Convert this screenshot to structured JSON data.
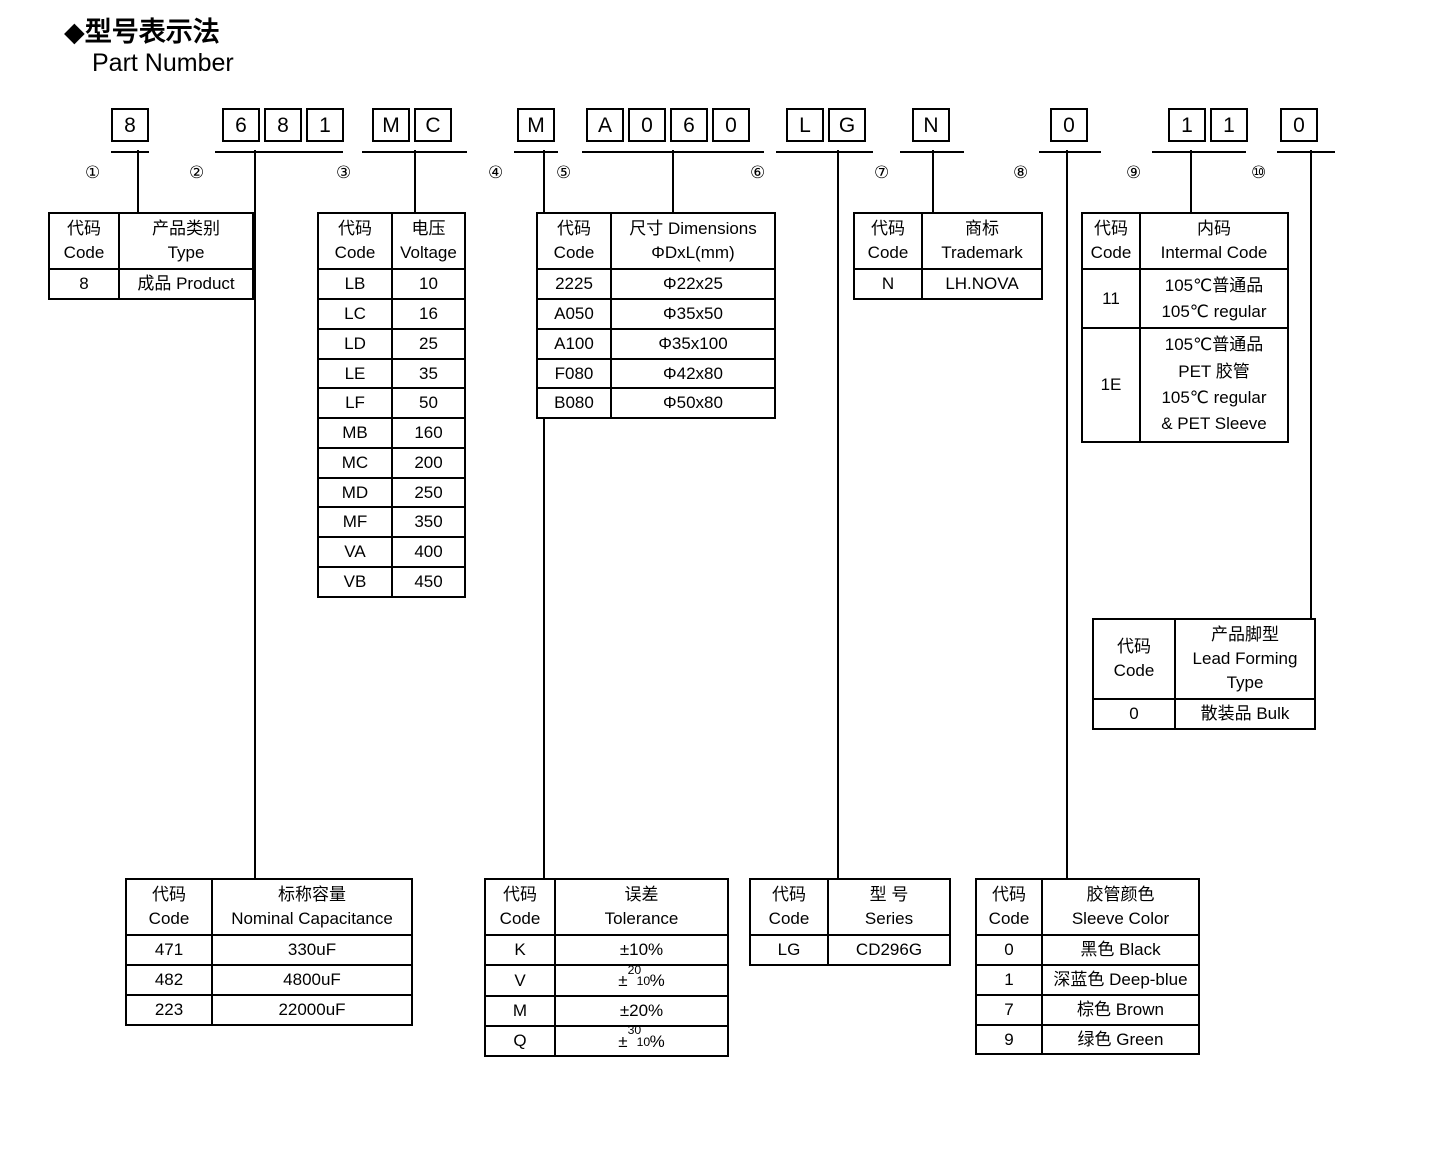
{
  "heading": {
    "cn": "◆型号表示法",
    "en": "Part Number"
  },
  "part_number": {
    "groups": [
      {
        "index": "①",
        "chars": [
          "8"
        ]
      },
      {
        "index": "②",
        "chars": [
          "6",
          "8",
          "1"
        ]
      },
      {
        "index": "③",
        "chars": [
          "M",
          "C"
        ]
      },
      {
        "index": "④",
        "chars": [
          "M"
        ]
      },
      {
        "index": "⑤",
        "chars": [
          "A",
          "0",
          "6",
          "0"
        ]
      },
      {
        "index": "⑥",
        "chars": [
          "L",
          "G"
        ]
      },
      {
        "index": "⑦",
        "chars": [
          "N"
        ]
      },
      {
        "index": "⑧",
        "chars": [
          "0"
        ]
      },
      {
        "index": "⑨",
        "chars": [
          "1",
          "1"
        ]
      },
      {
        "index": "⑩",
        "chars": [
          "0"
        ]
      }
    ]
  },
  "tables": {
    "type": {
      "header": {
        "code_cn": "代码",
        "code_en": "Code",
        "value_cn": "产品类别",
        "value_en": "Type"
      },
      "rows": [
        {
          "code": "8",
          "value": "成品 Product"
        }
      ]
    },
    "voltage": {
      "header": {
        "code_cn": "代码",
        "code_en": "Code",
        "value_cn": "电压",
        "value_en": "Voltage"
      },
      "rows": [
        {
          "code": "LB",
          "value": "10"
        },
        {
          "code": "LC",
          "value": "16"
        },
        {
          "code": "LD",
          "value": "25"
        },
        {
          "code": "LE",
          "value": "35"
        },
        {
          "code": "LF",
          "value": "50"
        },
        {
          "code": "MB",
          "value": "160"
        },
        {
          "code": "MC",
          "value": "200"
        },
        {
          "code": "MD",
          "value": "250"
        },
        {
          "code": "MF",
          "value": "350"
        },
        {
          "code": "VA",
          "value": "400"
        },
        {
          "code": "VB",
          "value": "450"
        }
      ]
    },
    "dimensions": {
      "header": {
        "code_cn": "代码",
        "code_en": "Code",
        "value_cn": "尺寸 Dimensions",
        "value_en": "ΦDxL(mm)"
      },
      "rows": [
        {
          "code": "2225",
          "value": "Φ22x25"
        },
        {
          "code": "A050",
          "value": "Φ35x50"
        },
        {
          "code": "A100",
          "value": "Φ35x100"
        },
        {
          "code": "F080",
          "value": "Φ42x80"
        },
        {
          "code": "B080",
          "value": "Φ50x80"
        }
      ]
    },
    "trademark": {
      "header": {
        "code_cn": "代码",
        "code_en": "Code",
        "value_cn": "商标",
        "value_en": "Trademark"
      },
      "rows": [
        {
          "code": "N",
          "value": "LH.NOVA"
        }
      ]
    },
    "internal_code": {
      "header": {
        "code_cn": "代码",
        "code_en": "Code",
        "value_cn": "内码",
        "value_en": "Intermal Code"
      },
      "rows": [
        {
          "code": "11",
          "lines": [
            "105℃普通品",
            "105℃  regular"
          ]
        },
        {
          "code": "1E",
          "lines": [
            "105℃普通品",
            "PET 胶管",
            "105℃  regular",
            "& PET Sleeve"
          ]
        }
      ]
    },
    "lead_forming": {
      "header": {
        "code_cn": "代码",
        "code_en": "Code",
        "value_cn": "产品脚型",
        "value_en": "Lead Forming",
        "value_en2": "Type"
      },
      "rows": [
        {
          "code": "0",
          "value": "散装品 Bulk"
        }
      ]
    },
    "capacitance": {
      "header": {
        "code_cn": "代码",
        "code_en": "Code",
        "value_cn": "标称容量",
        "value_en": "Nominal Capacitance"
      },
      "rows": [
        {
          "code": "471",
          "value": "330uF"
        },
        {
          "code": "482",
          "value": "4800uF"
        },
        {
          "code": "223",
          "value": "22000uF"
        }
      ]
    },
    "tolerance": {
      "header": {
        "code_cn": "代码",
        "code_en": "Code",
        "value_cn": "误差",
        "value_en": "Tolerance"
      },
      "rows": [
        {
          "code": "K",
          "value": "±10%"
        },
        {
          "code": "V",
          "value": "±",
          "sup": "20",
          "sub": "10",
          "suffix": "%"
        },
        {
          "code": "M",
          "value": "±20%"
        },
        {
          "code": "Q",
          "value": "±",
          "sup": "30",
          "sub": "10",
          "suffix": "%"
        }
      ]
    },
    "series": {
      "header": {
        "code_cn": "代码",
        "code_en": "Code",
        "value_cn": "型 号",
        "value_en": "Series"
      },
      "rows": [
        {
          "code": "LG",
          "value": "CD296G"
        }
      ]
    },
    "sleeve_color": {
      "header": {
        "code_cn": "代码",
        "code_en": "Code",
        "value_cn": "胶管颜色",
        "value_en": "Sleeve Color"
      },
      "rows": [
        {
          "code": "0",
          "value": "黑色 Black"
        },
        {
          "code": "1",
          "value": "深蓝色 Deep-blue"
        },
        {
          "code": "7",
          "value": "棕色 Brown"
        },
        {
          "code": "9",
          "value": "绿色 Green"
        }
      ]
    }
  }
}
